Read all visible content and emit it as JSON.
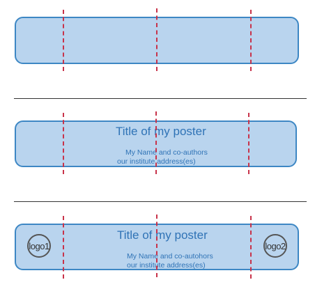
{
  "separators": [
    "______________________________________________",
    "______________________________________________"
  ],
  "poster_2": {
    "title": "Title of my poster",
    "authors": "My Name and co-authors",
    "address": "our institute address(es)"
  },
  "poster_3": {
    "title": "Title of my poster",
    "authors": "My Name and co-autohors",
    "address": "our institute address(es)",
    "logo_left": "logo1",
    "logo_right": "logo2"
  },
  "colors": {
    "banner_fill": "#b9d4ee",
    "banner_border": "#3d87c4",
    "guide_line": "#c8334a",
    "text": "#2f73b6"
  }
}
